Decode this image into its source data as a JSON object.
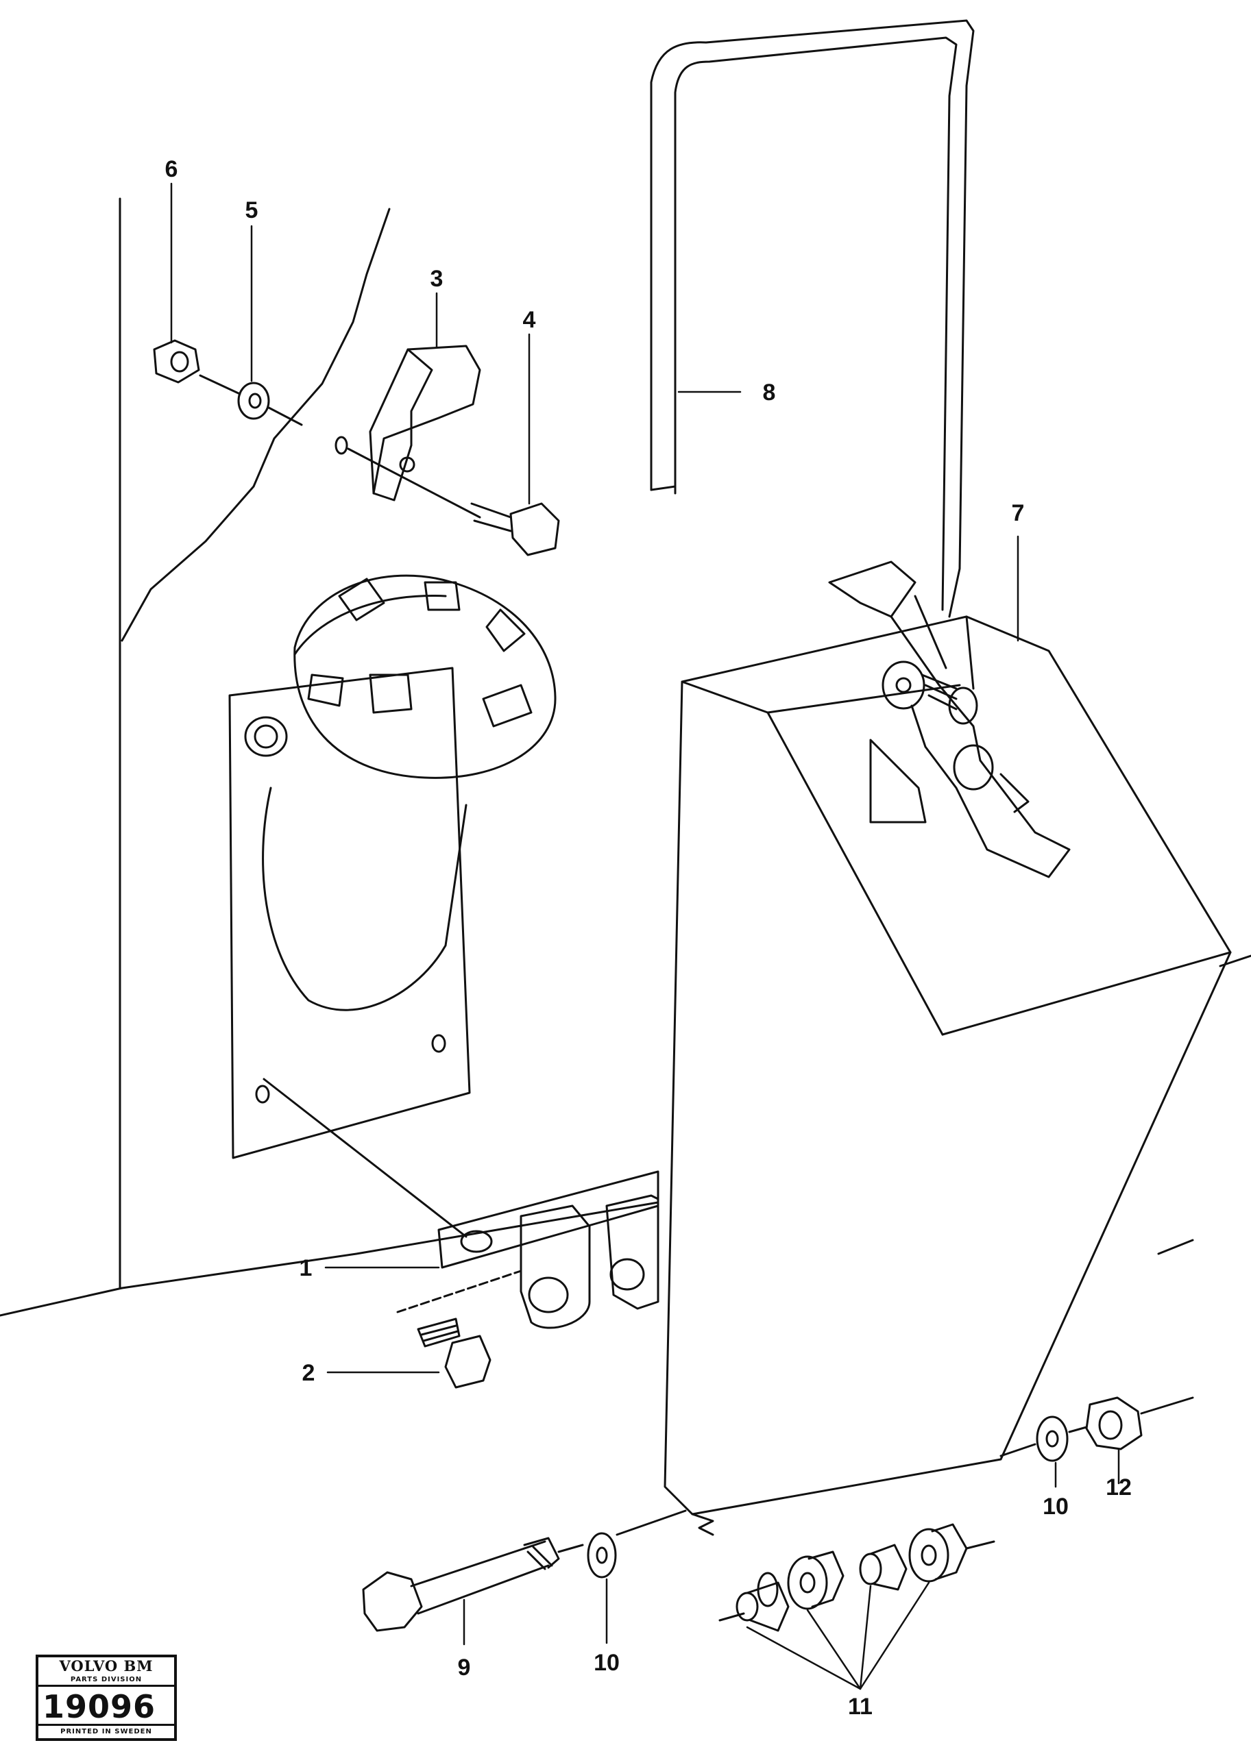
{
  "drawing": {
    "callouts": {
      "c1": "1",
      "c2": "2",
      "c3": "3",
      "c4": "4",
      "c5": "5",
      "c6": "6",
      "c7": "7",
      "c8": "8",
      "c9": "9",
      "c10a": "10",
      "c10b": "10",
      "c11": "11",
      "c12": "12"
    }
  },
  "stamp": {
    "brand": "VOLVO BM",
    "division": "PARTS DIVISION",
    "number": "19096",
    "printed": "PRINTED IN SWEDEN"
  }
}
